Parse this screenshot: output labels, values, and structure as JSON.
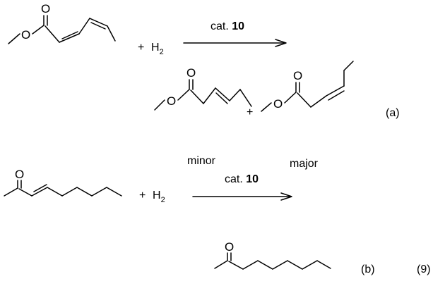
{
  "reaction_a": {
    "plus": "+",
    "reagent": "H",
    "reagent_sub": "2",
    "catalyst_prefix": "cat.",
    "catalyst_number": "10",
    "product_plus": "+",
    "minor_label": "minor",
    "major_label": "major",
    "label": "(a)"
  },
  "reaction_b": {
    "plus": "+",
    "reagent": "H",
    "reagent_sub": "2",
    "catalyst_prefix": "cat.",
    "catalyst_number": "10",
    "label": "(b)"
  },
  "equation_number": "(9)",
  "atoms": {
    "oxygen": "O"
  }
}
